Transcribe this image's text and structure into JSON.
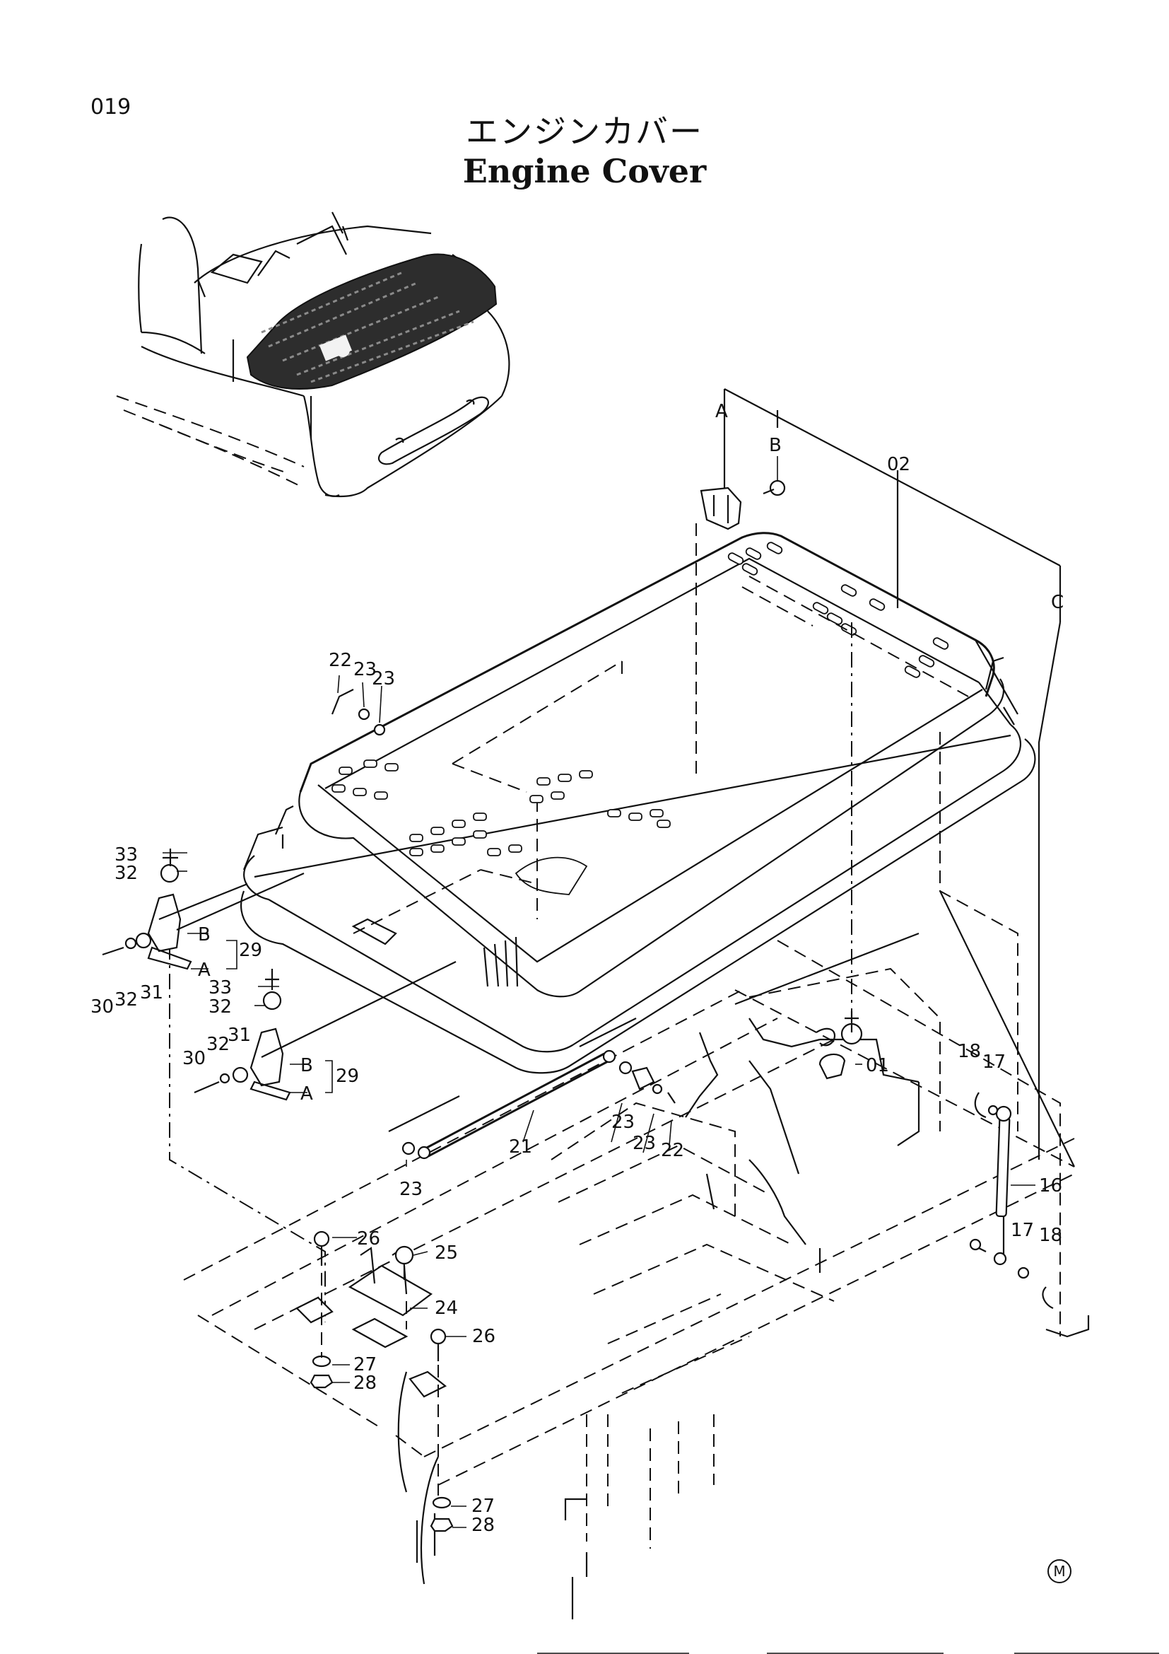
{
  "page_number": "019",
  "title_jp": "エンジンカバー",
  "title_en": "Engine Cover",
  "corner_mark": "M",
  "callouts": [
    {
      "id": "c-A-top",
      "text": "A"
    },
    {
      "id": "c-B-top",
      "text": "B"
    },
    {
      "id": "c-02",
      "text": "02"
    },
    {
      "id": "c-C",
      "text": "C"
    },
    {
      "id": "c-22-top",
      "text": "22"
    },
    {
      "id": "c-23-top-a",
      "text": "23"
    },
    {
      "id": "c-23-top-b",
      "text": "23"
    },
    {
      "id": "c-33-a",
      "text": "33"
    },
    {
      "id": "c-32-a",
      "text": "32"
    },
    {
      "id": "c-B-l1",
      "text": "B"
    },
    {
      "id": "c-29-a",
      "text": "29"
    },
    {
      "id": "c-A-l1",
      "text": "A"
    },
    {
      "id": "c-30-a",
      "text": "30"
    },
    {
      "id": "c-32-b",
      "text": "32"
    },
    {
      "id": "c-31-a",
      "text": "31"
    },
    {
      "id": "c-33-b",
      "text": "33"
    },
    {
      "id": "c-32-c",
      "text": "32"
    },
    {
      "id": "c-30-b",
      "text": "30"
    },
    {
      "id": "c-32-d",
      "text": "32"
    },
    {
      "id": "c-31-b",
      "text": "31"
    },
    {
      "id": "c-B-l2",
      "text": "B"
    },
    {
      "id": "c-29-b",
      "text": "29"
    },
    {
      "id": "c-A-l2",
      "text": "A"
    },
    {
      "id": "c-01",
      "text": "01"
    },
    {
      "id": "c-18-a",
      "text": "18"
    },
    {
      "id": "c-17-a",
      "text": "17"
    },
    {
      "id": "c-23-m1",
      "text": "23"
    },
    {
      "id": "c-23-m2",
      "text": "23"
    },
    {
      "id": "c-22-m",
      "text": "22"
    },
    {
      "id": "c-21",
      "text": "21"
    },
    {
      "id": "c-23-m3",
      "text": "23"
    },
    {
      "id": "c-16",
      "text": "16"
    },
    {
      "id": "c-17-b",
      "text": "17"
    },
    {
      "id": "c-18-b",
      "text": "18"
    },
    {
      "id": "c-26-a",
      "text": "26"
    },
    {
      "id": "c-25",
      "text": "25"
    },
    {
      "id": "c-24",
      "text": "24"
    },
    {
      "id": "c-26-b",
      "text": "26"
    },
    {
      "id": "c-27-a",
      "text": "27"
    },
    {
      "id": "c-28-a",
      "text": "28"
    },
    {
      "id": "c-27-b",
      "text": "27"
    },
    {
      "id": "c-28-b",
      "text": "28"
    }
  ]
}
